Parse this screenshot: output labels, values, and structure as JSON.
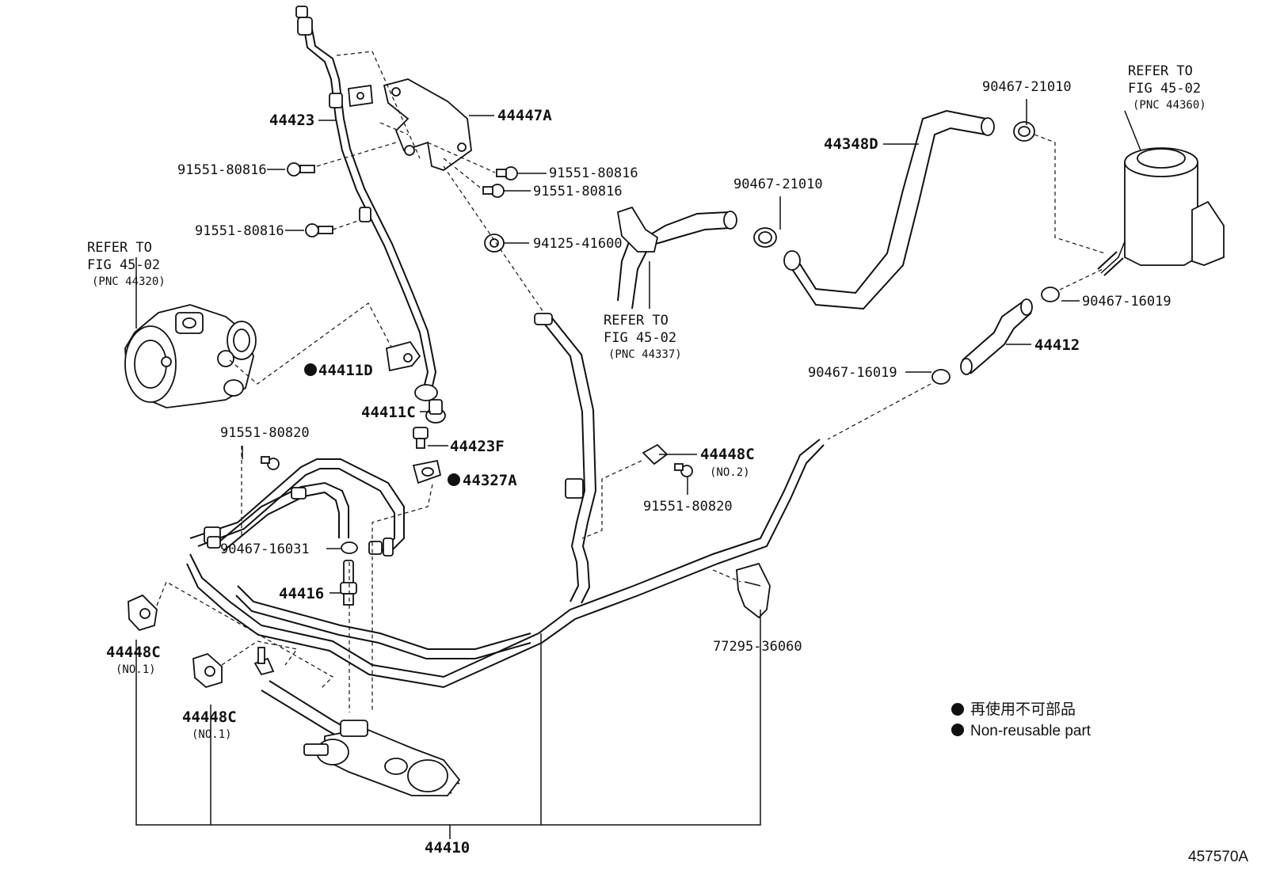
{
  "diagram_id": "457570A",
  "parts": {
    "p44423": "44423",
    "p44447A": "44447A",
    "p91551_80816_a": "91551-80816",
    "p91551_80816_b": "91551-80816",
    "p91551_80816_c": "91551-80816",
    "p91551_80816_d": "91551-80816",
    "p94125_41600": "94125-41600",
    "p44411D": "44411D",
    "p44411C": "44411C",
    "p44423F": "44423F",
    "p44327A": "44327A",
    "p91551_80820_a": "91551-80820",
    "p91551_80820_b": "91551-80820",
    "p44448C_no2": "44448C",
    "p90467_16031": "90467-16031",
    "p44416": "44416",
    "p44448C_no1_a": "44448C",
    "p44448C_no1_b": "44448C",
    "p44410": "44410",
    "p77295_36060": "77295-36060",
    "p44348D": "44348D",
    "p90467_21010_a": "90467-21010",
    "p90467_21010_b": "90467-21010",
    "p90467_16019_a": "90467-16019",
    "p90467_16019_b": "90467-16019",
    "p44412": "44412"
  },
  "sublabels": {
    "no1": "(NO.1)",
    "no2": "(NO.2)"
  },
  "refs": {
    "pump": {
      "line1": "REFER TO",
      "line2": "FIG 45-02",
      "line3": "(PNC 44320)"
    },
    "hose": {
      "line1": "REFER TO",
      "line2": "FIG 45-02",
      "line3": "(PNC 44337)"
    },
    "tank": {
      "line1": "REFER TO",
      "line2": "FIG 45-02",
      "line3": "(PNC 44360)"
    }
  },
  "legend": {
    "jp": "再使用不可部品",
    "en": "Non-reusable part"
  }
}
